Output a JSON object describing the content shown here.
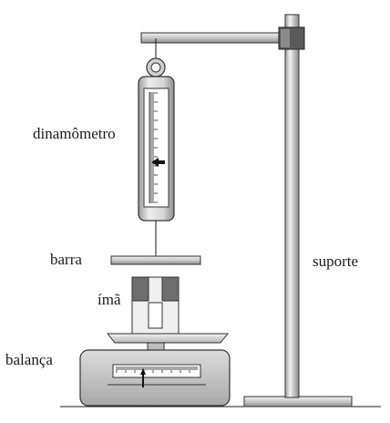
{
  "labels": {
    "dynamometer": "dinamômetro",
    "bar": "barra",
    "magnet": "ímã",
    "scale": "balança",
    "stand": "suporte"
  },
  "colors": {
    "ink": "#1a1a1a",
    "metal_light": "#e6e6e6",
    "metal_mid": "#b9b9b9",
    "metal_dark": "#7d7d7d",
    "magnet_pole": "#6e6e6e"
  }
}
